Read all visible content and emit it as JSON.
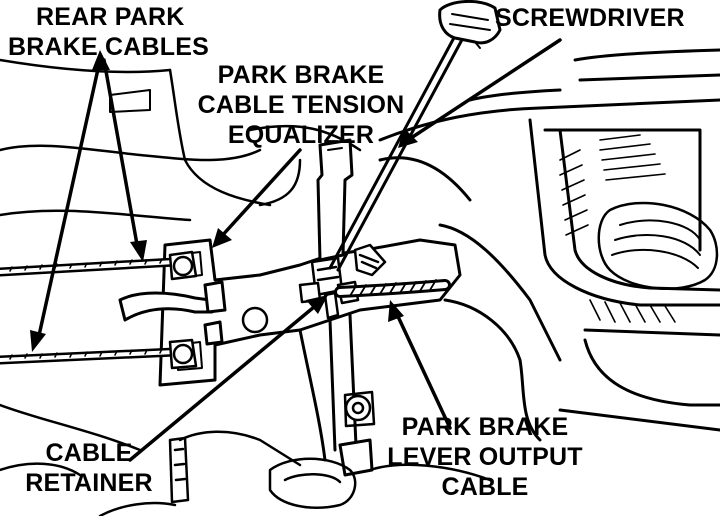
{
  "labels": {
    "rear_cables": [
      "REAR PARK",
      "BRAKE CABLES"
    ],
    "equalizer": [
      "PARK BRAKE",
      "CABLE TENSION",
      "EQUALIZER"
    ],
    "screwdriver": "SCREWDRIVER",
    "retainer": [
      "CABLE",
      "RETAINER"
    ],
    "output_cable": [
      "PARK BRAKE",
      "LEVER OUTPUT",
      "CABLE"
    ]
  },
  "colors": {
    "ink": "#000000",
    "paper": "#ffffff"
  }
}
